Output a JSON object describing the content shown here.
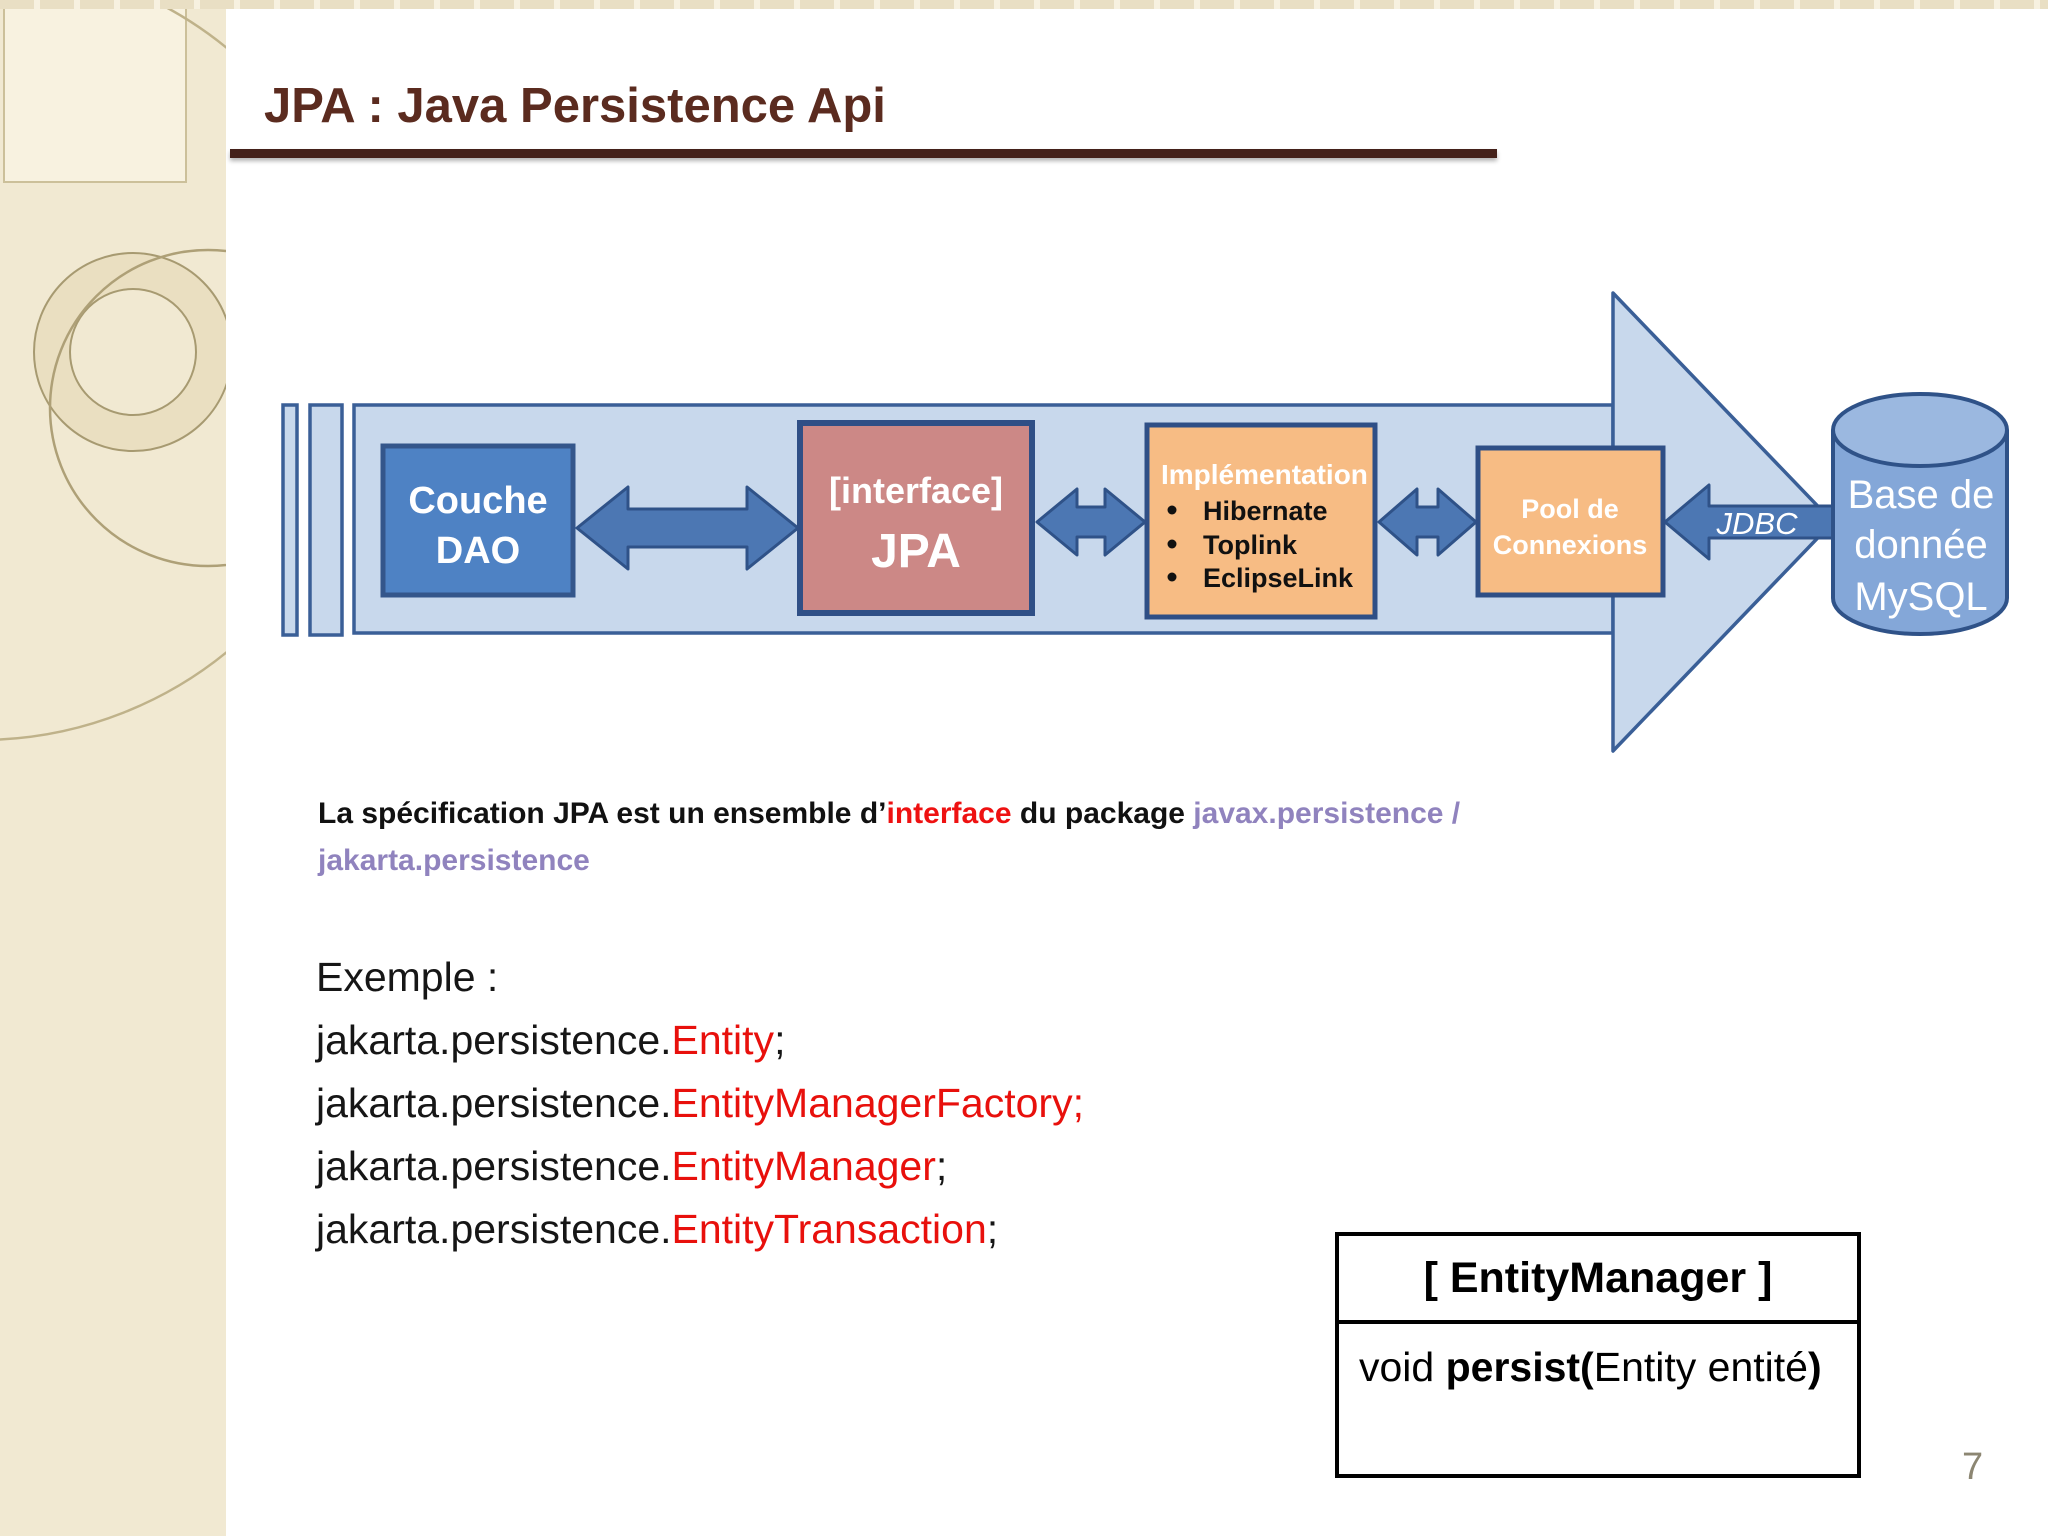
{
  "slide": {
    "title": "JPA : Java Persistence Api",
    "page_number": "7"
  },
  "diagram": {
    "dao_box": {
      "line1": "Couche",
      "line2": "DAO"
    },
    "jpa_box": {
      "line1": "[interface]",
      "line2": "JPA"
    },
    "impl_box": {
      "header": "Implémentation",
      "bullets": [
        "Hibernate",
        "Toplink",
        "EclipseLink"
      ]
    },
    "pool_box": {
      "line1": "Pool de",
      "line2": "Connexions"
    },
    "jdbc_label": "JDBC",
    "database": {
      "line1": "Base de",
      "line2": "donnée",
      "line3": "MySQL"
    }
  },
  "intro": {
    "t1": "La spécification JPA est un ensemble d’",
    "t2": "interface",
    "t3": " du package ",
    "t4": "javax.persistence /",
    "t5": "jakarta.persistence"
  },
  "example": {
    "label": "Exemple :",
    "lines": [
      {
        "prefix": "jakarta.persistence.",
        "cls": "Entity",
        "suffix": ";"
      },
      {
        "prefix": "jakarta.persistence.",
        "cls": "EntityManagerFactory",
        "suffix": ";"
      },
      {
        "prefix": "jakarta.persistence.",
        "cls": "EntityManager",
        "suffix": ";"
      },
      {
        "prefix": "jakarta.persistence.",
        "cls": "EntityTransaction",
        "suffix": ";"
      }
    ]
  },
  "uml": {
    "header": "[ EntityManager ]",
    "m1": "void ",
    "m2": "persist(",
    "m3": "Entity entité",
    "m4": ")"
  },
  "colors": {
    "title": "#5b2b1f",
    "accent_red": "#ee1111",
    "accent_purple": "#9083be",
    "arrow_body_fill": "#c8d8ec",
    "arrow_border": "#3a5f97",
    "dao_fill": "#4e82c4",
    "jpa_fill": "#cc8886",
    "orange_fill": "#f7bc84",
    "box_border": "#2f4f86",
    "connector_fill": "#4c77b3",
    "cylinder_fill": "#84a7d8",
    "sidebar_bg": "#f1e9d2",
    "page_number": "#8c8672"
  }
}
